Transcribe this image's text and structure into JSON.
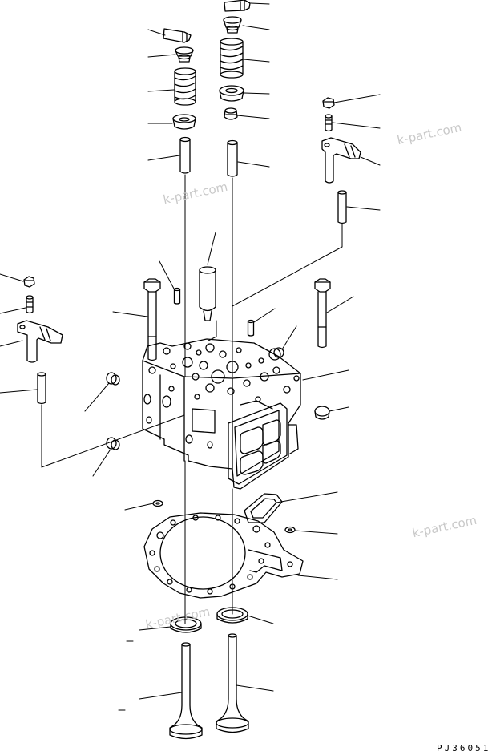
{
  "watermarks": [
    "k-part.com",
    "k-part.com",
    "k-part.com",
    "k-part.com"
  ],
  "drawing_code": "PJ36051",
  "line_color": "#000000",
  "watermark_color": "#c9c9c9"
}
